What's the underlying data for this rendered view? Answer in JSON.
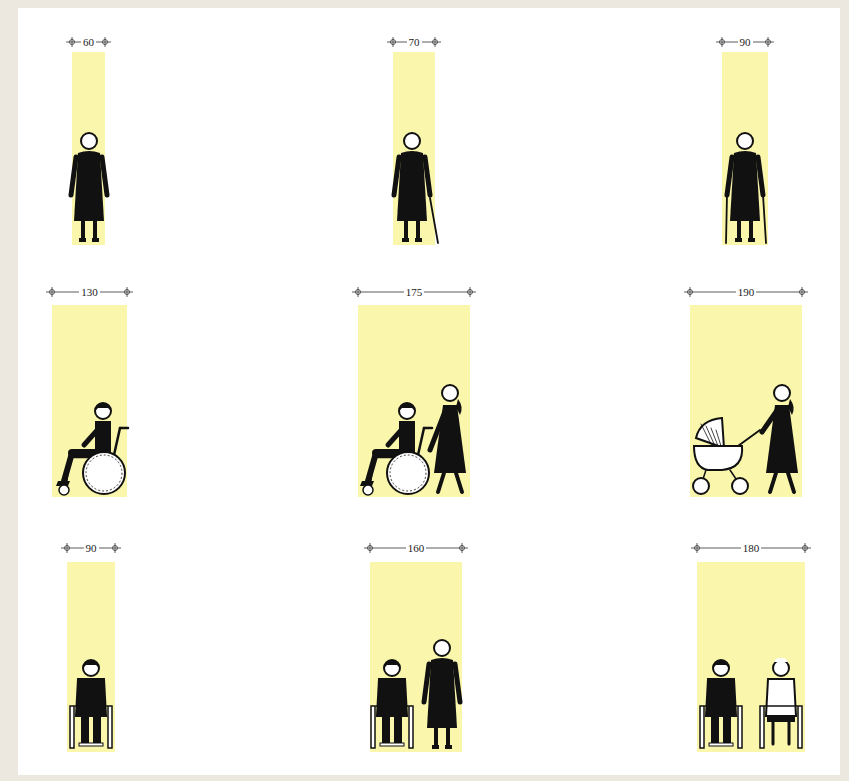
{
  "diagram": {
    "labels": [
      "60",
      "70",
      "90",
      "130",
      "175",
      "190",
      "90",
      "160",
      "180"
    ]
  }
}
